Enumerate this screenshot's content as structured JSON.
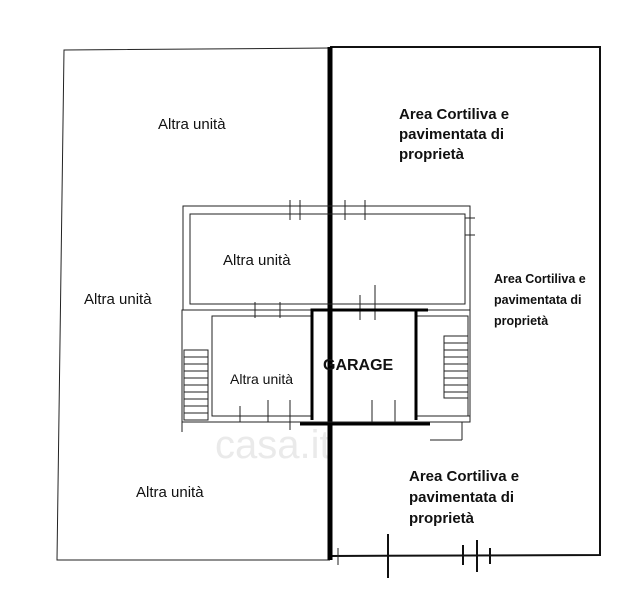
{
  "plan": {
    "labels": {
      "altra_top_left": "Altra unità",
      "altra_left": "Altra unità",
      "altra_center_upper": "Altra unità",
      "altra_center_lower": "Altra unità",
      "altra_bottom_left": "Altra unità",
      "garage": "GARAGE",
      "area_top": [
        "Area Cortiliva e",
        "pavimentata di",
        "proprietà"
      ],
      "area_right": [
        "Area Cortiliva e",
        "pavimentata di",
        "proprietà"
      ],
      "area_bottom": [
        "Area Cortiliva e",
        "pavimentata di",
        "proprietà"
      ]
    },
    "watermark": "casa.it"
  }
}
